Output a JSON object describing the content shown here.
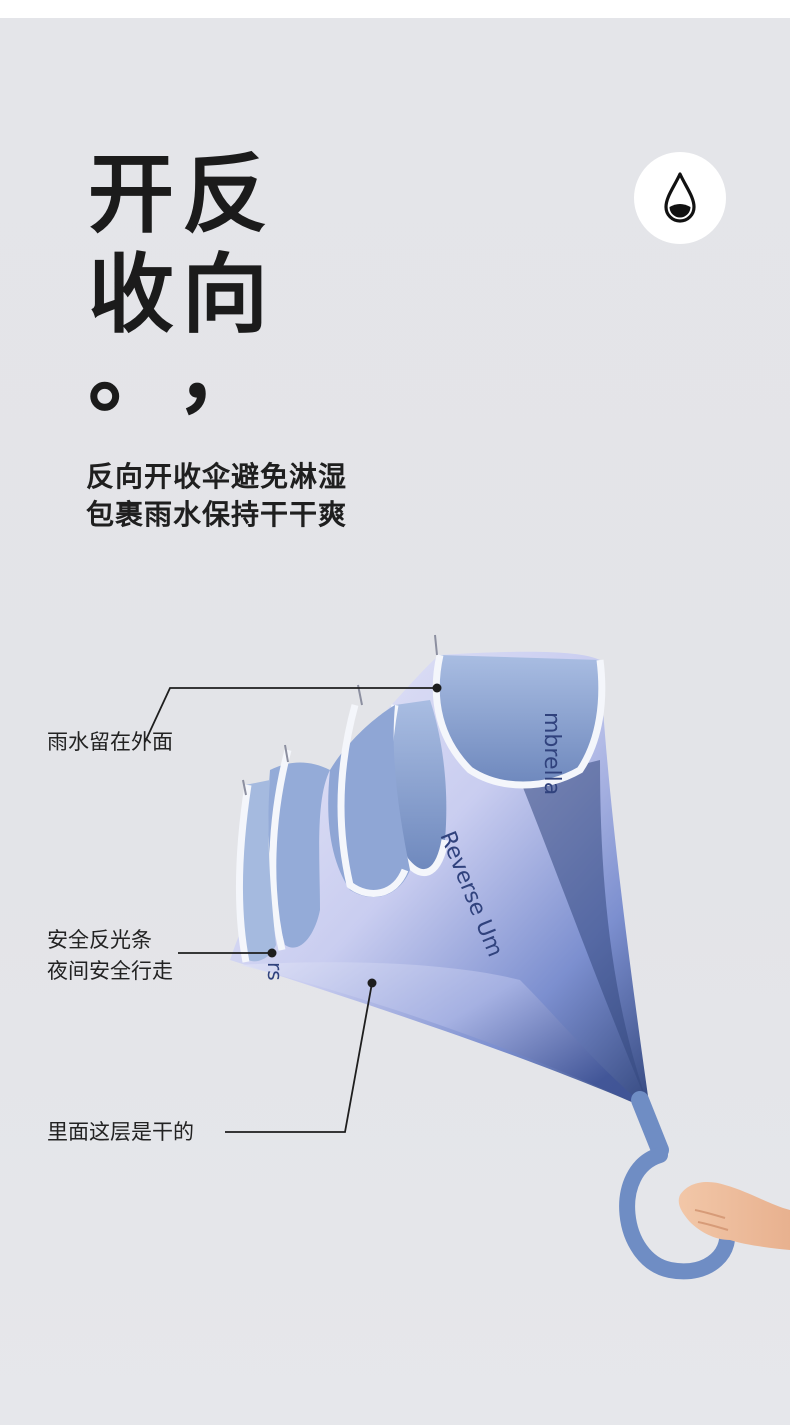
{
  "headline": {
    "row1": [
      "开",
      "反"
    ],
    "row2": [
      "收",
      "向"
    ],
    "row3": [
      "。",
      "，"
    ]
  },
  "subtitle": {
    "line1": "反向开收伞避免淋湿",
    "line2": "包裹雨水保持干干爽"
  },
  "callouts": {
    "rain_outside": "雨水留在外面",
    "reflective_line1": "安全反光条",
    "reflective_line2": "夜间安全行走",
    "inner_dry": "里面这层是干的"
  },
  "umbrella_print": {
    "text_top": "mbrella",
    "text_mid": "Reverse Um",
    "text_low": "rs"
  },
  "icons": {
    "badge": "water-drop-icon"
  },
  "colors": {
    "background": "#e4e5e9",
    "canopy_light": "#dcdcf3",
    "canopy_dark": "#3e5390",
    "inner_face": "#90a9d6",
    "reflective_strip": "#f4f6fb",
    "handle": "#6f8dc4"
  }
}
